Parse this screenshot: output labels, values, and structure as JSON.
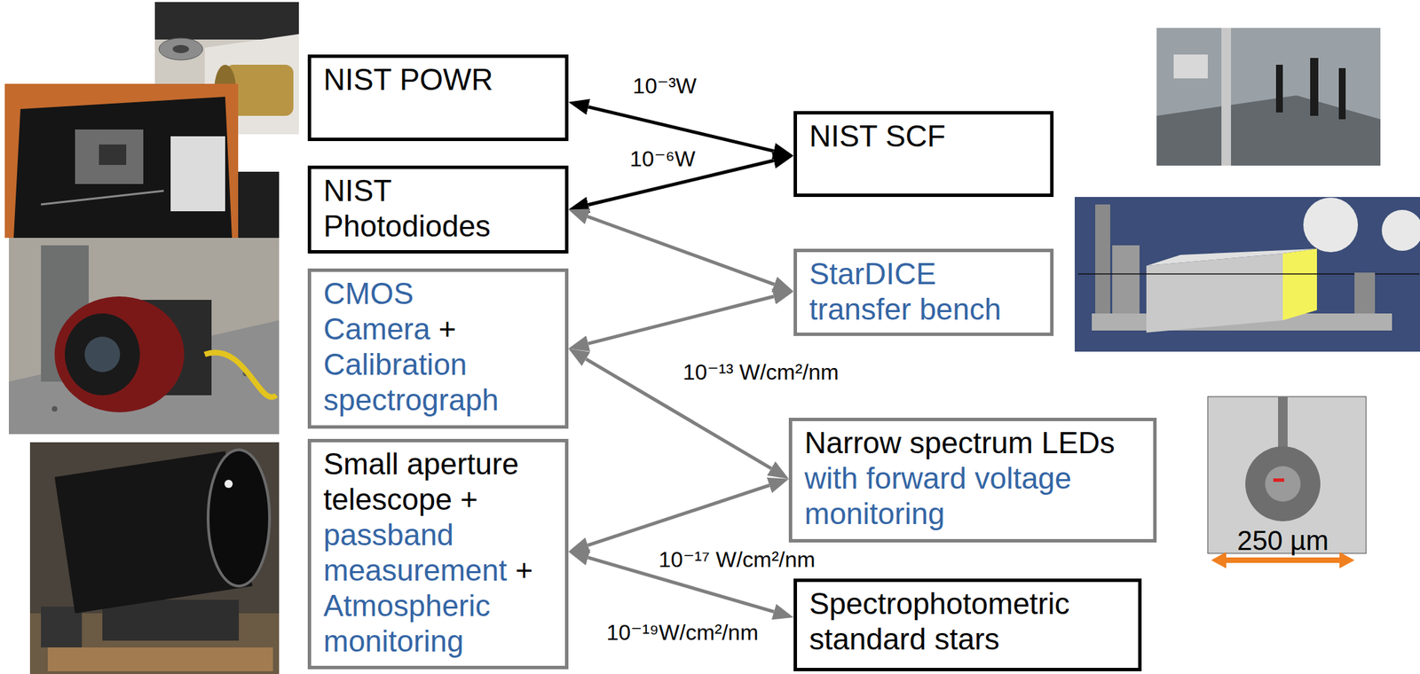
{
  "diagram": {
    "nodes": [
      {
        "text": [
          "NIST POWR"
        ]
      },
      {
        "text": [
          "NIST Photodiodes"
        ]
      },
      {
        "text": [
          "CMOS Camera",
          "+",
          "Calibration spectrograph"
        ]
      },
      {
        "text": [
          "Small aperture telescope +",
          "passband measurement",
          "+",
          "Atmospheric monitoring"
        ]
      },
      {
        "text": [
          "NIST SCF"
        ]
      },
      {
        "text": [
          "StarDICE transfer bench"
        ]
      },
      {
        "text": [
          "Narrow spectrum LEDs",
          "with forward voltage monitoring"
        ]
      },
      {
        "text": [
          "Spectrophotometric standard stars"
        ]
      }
    ],
    "edges": [
      {
        "from": 0,
        "to": 4,
        "label": "10⁻³W",
        "arrow": "both"
      },
      {
        "from": 1,
        "to": 4,
        "label": "10⁻⁶W",
        "arrow": "both"
      },
      {
        "from": 1,
        "to": 5,
        "arrow": "both"
      },
      {
        "from": 2,
        "to": 5,
        "arrow": "both"
      },
      {
        "from": 2,
        "to": 6,
        "label": "10⁻¹³ W/cm²/nm",
        "arrow": "both"
      },
      {
        "from": 3,
        "to": 6,
        "label": "10⁻¹⁷ W/cm²/nm",
        "arrow": "both"
      },
      {
        "from": 3,
        "to": 7,
        "label": "10⁻¹⁹W/cm²/nm",
        "arrow": "both"
      }
    ],
    "labels": [
      "250 µm"
    ]
  }
}
